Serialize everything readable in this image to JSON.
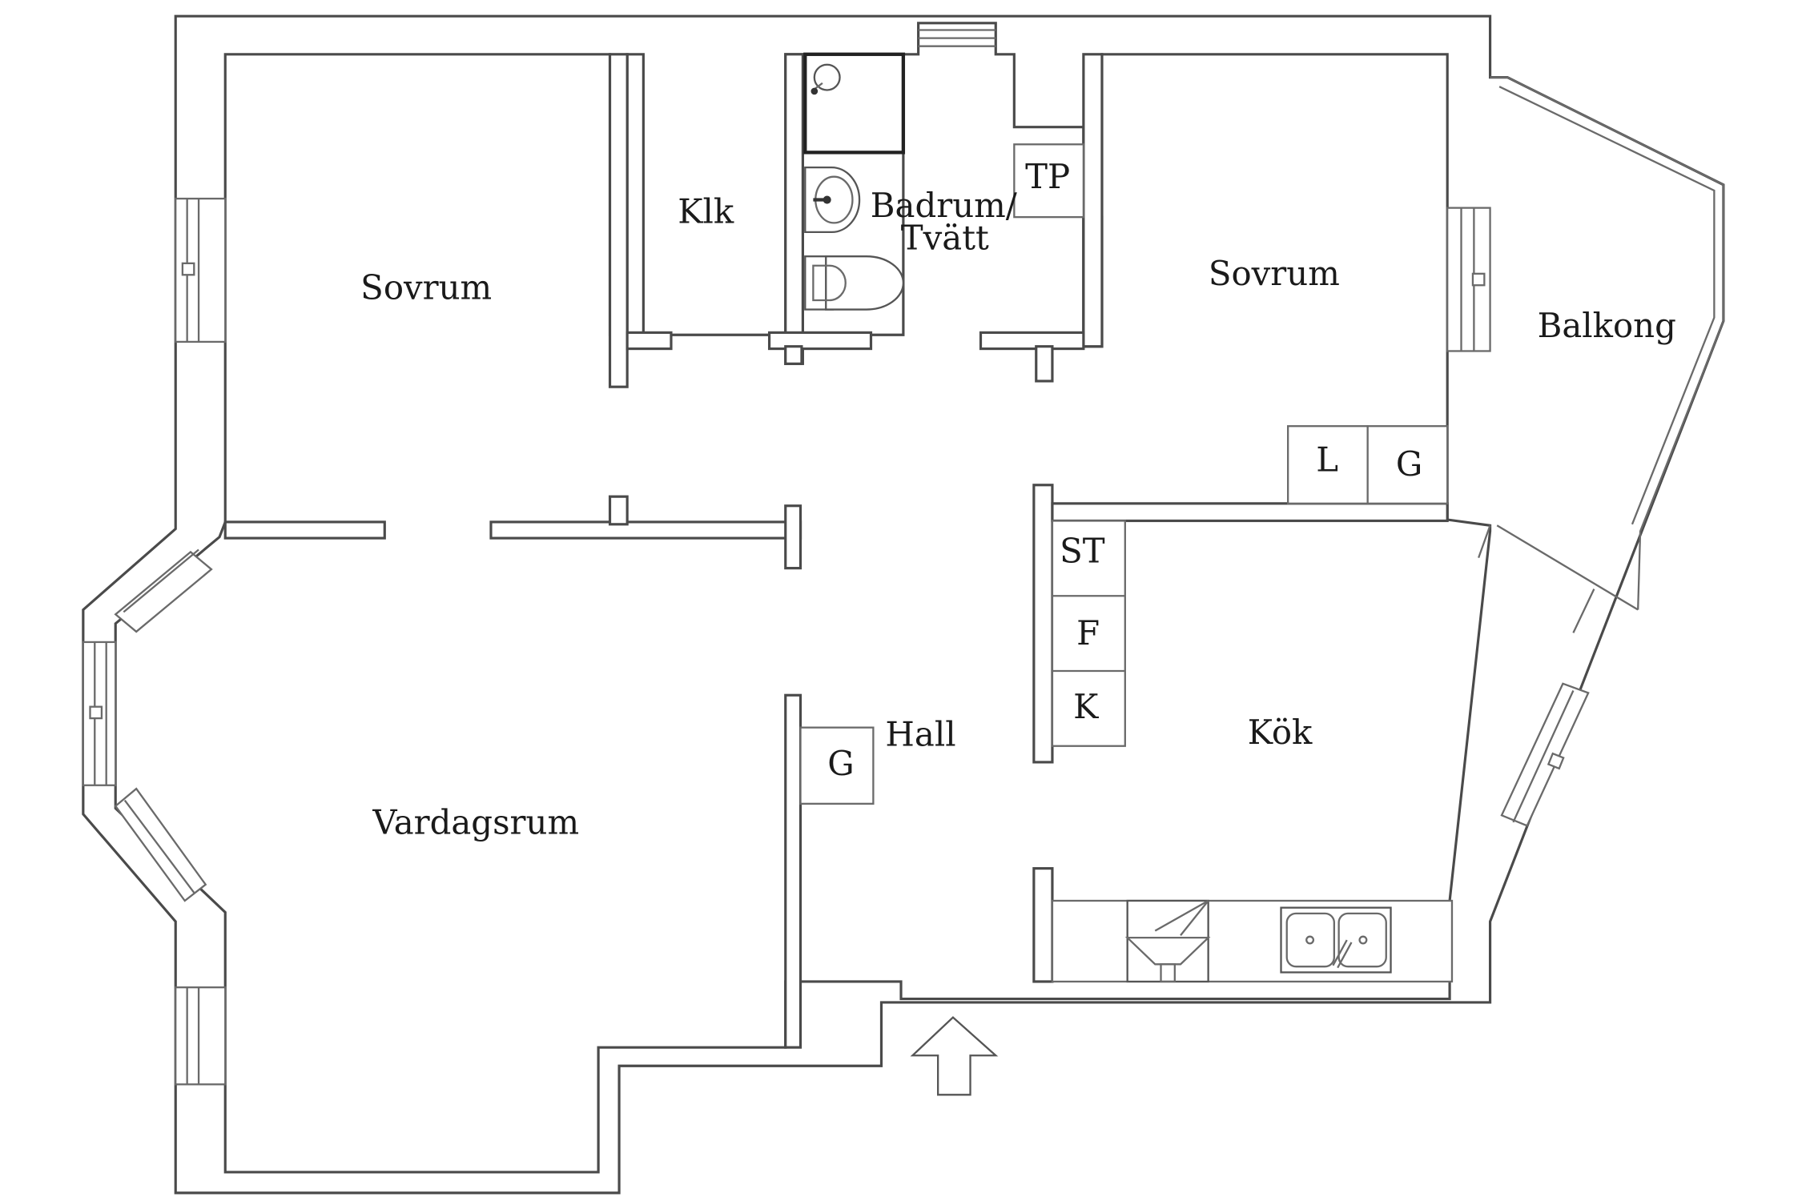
{
  "rooms": {
    "sovrum_left": "Sovrum",
    "klk": "Klk",
    "badrum_line1": "Badrum/",
    "badrum_line2": "Tvätt",
    "sovrum_right": "Sovrum",
    "balkong": "Balkong",
    "vardagsrum": "Vardagsrum",
    "hall": "Hall",
    "kok": "Kök"
  },
  "fixtures": {
    "tp": "TP",
    "l": "L",
    "g_bedroom": "G",
    "st": "ST",
    "f": "F",
    "k": "K",
    "g_hall": "G"
  }
}
